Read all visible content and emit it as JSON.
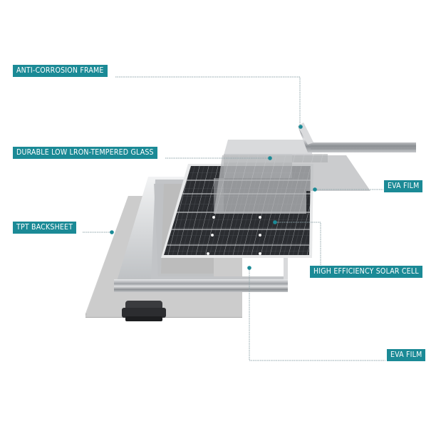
{
  "diagram": {
    "title": "Solar panel exploded layer view",
    "accent_color": "#1b8a96",
    "leader_line_color": "#8fa4aa",
    "dot_color": "#1b8a96",
    "labels": [
      {
        "id": "anti-corrosion-frame",
        "text": "ANTI-CORROSION FRAME"
      },
      {
        "id": "tempered-glass",
        "text": "DURABLE LOW LRON-TEMPERED GLASS"
      },
      {
        "id": "eva-film-top",
        "text": "EVA FILM"
      },
      {
        "id": "tpt-backsheet",
        "text": "TPT BACKSHEET"
      },
      {
        "id": "solar-cell",
        "text": "HIGH EFFICIENCY SOLAR CELL"
      },
      {
        "id": "eva-film-bottom",
        "text": "EVA FILM"
      }
    ],
    "layers": [
      "TPT backsheet",
      "Aluminum frame",
      "Solar cell array",
      "EVA film",
      "Tempered glass",
      "Frame corner profile",
      "Junction box"
    ]
  }
}
